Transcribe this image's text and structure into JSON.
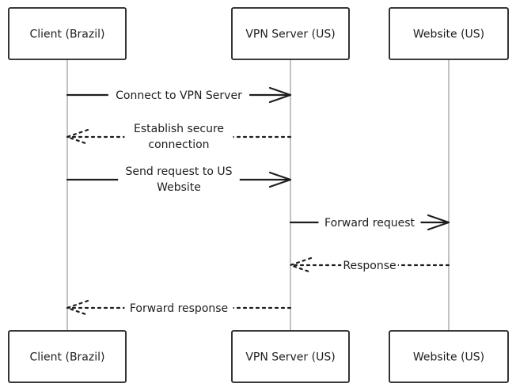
{
  "participants": [
    {
      "id": "client",
      "label": "Client (Brazil)"
    },
    {
      "id": "vpn",
      "label": "VPN Server (US)"
    },
    {
      "id": "web",
      "label": "Website (US)"
    }
  ],
  "messages": [
    {
      "from": "client",
      "to": "vpn",
      "style": "solid",
      "lines": [
        "Connect to VPN Server"
      ]
    },
    {
      "from": "vpn",
      "to": "client",
      "style": "dotted",
      "lines": [
        "Establish secure",
        "connection"
      ]
    },
    {
      "from": "client",
      "to": "vpn",
      "style": "solid",
      "lines": [
        "Send request to US",
        "Website"
      ]
    },
    {
      "from": "vpn",
      "to": "web",
      "style": "solid",
      "lines": [
        "Forward request"
      ]
    },
    {
      "from": "web",
      "to": "vpn",
      "style": "dotted",
      "lines": [
        "Response"
      ]
    },
    {
      "from": "vpn",
      "to": "client",
      "style": "dotted",
      "lines": [
        "Forward response"
      ]
    }
  ],
  "colors": {
    "stroke": "#1e1e1e",
    "lifeline": "#9a9a9a",
    "background": "#ffffff"
  }
}
